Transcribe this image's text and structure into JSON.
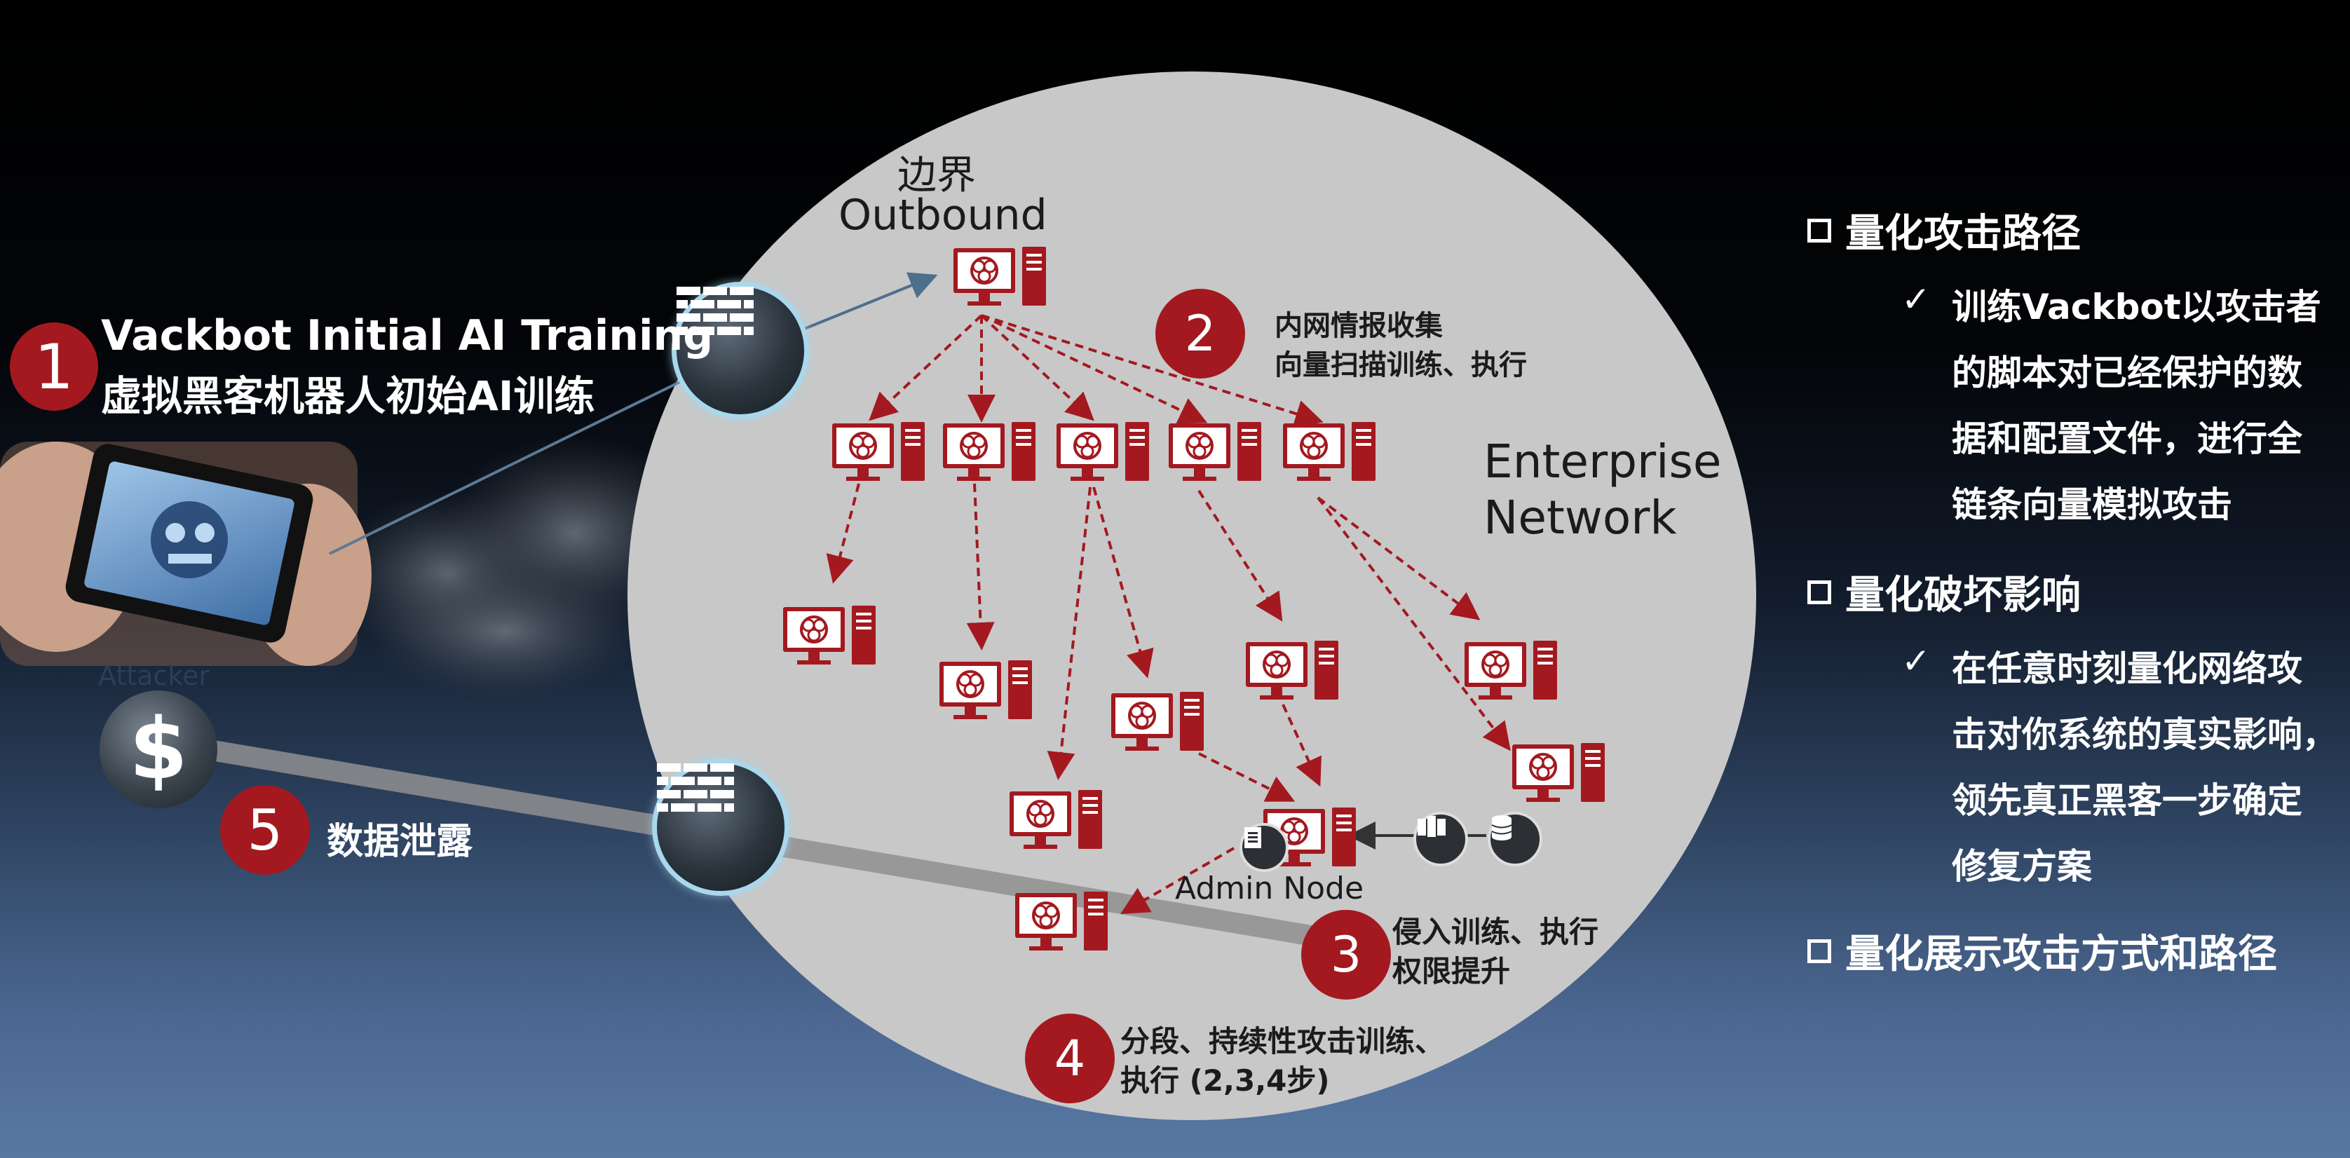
{
  "colors": {
    "accent_red": "#a3191f",
    "circle_fill": "#c9c9c9",
    "badge_ring": "#a9d7ec"
  },
  "diagram": {
    "outbound_label_cn": "边界",
    "outbound_label_en": "Outbound",
    "enterprise_label_1": "Enterprise",
    "enterprise_label_2": "Network",
    "admin_node_label": "Admin Node",
    "attacker_label": "Attacker",
    "attacker_icon": "dollar-coin-icon",
    "firewall_icon": "firewall-brick-icon",
    "computer_icon": "biohazard-computer-icon",
    "steps": [
      {
        "num": "1",
        "line1": "Vackbot Initial AI Training",
        "line2": "虚拟黑客机器人初始AI训练"
      },
      {
        "num": "2",
        "line1": "内网情报收集",
        "line2": "向量扫描训练、执行"
      },
      {
        "num": "3",
        "line1": "侵入训练、执行",
        "line2": "权限提升"
      },
      {
        "num": "4",
        "line1": "分段、持续性攻击训练、",
        "line2": "执行 (2,3,4步)"
      },
      {
        "num": "5",
        "line1": "数据泄露",
        "line2": ""
      }
    ]
  },
  "sidebar": {
    "items": [
      {
        "heading": "量化攻击路径",
        "lines": [
          "训练Vackbot以攻击者",
          "的脚本对已经保护的数",
          "据和配置文件，进行全",
          "链条向量模拟攻击"
        ]
      },
      {
        "heading": "量化破坏影响",
        "lines": [
          "在任意时刻量化网络攻",
          "击对你系统的真实影响，",
          "领先真正黑客一步确定",
          "修复方案"
        ]
      },
      {
        "heading": "量化展示攻击方式和路径",
        "lines": []
      }
    ]
  }
}
